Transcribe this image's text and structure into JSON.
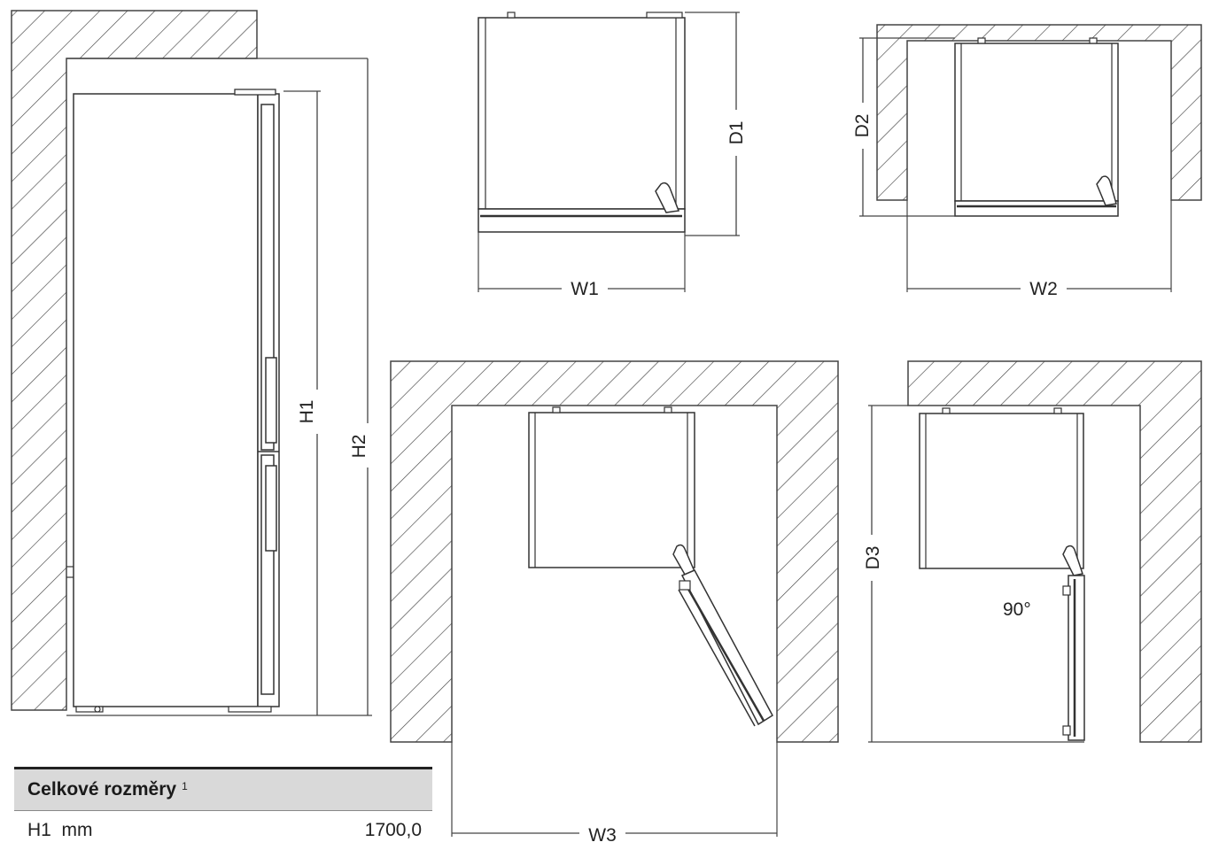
{
  "labels": {
    "h1": "H1",
    "h2": "H2",
    "d1": "D1",
    "d2": "D2",
    "d3": "D3",
    "w1": "W1",
    "w2": "W2",
    "w3": "W3",
    "angle": "90°"
  },
  "table": {
    "title": "Celkové rozměry",
    "footnote": "1",
    "rows": [
      {
        "label": "H1  mm",
        "value": "1700,0"
      }
    ]
  }
}
